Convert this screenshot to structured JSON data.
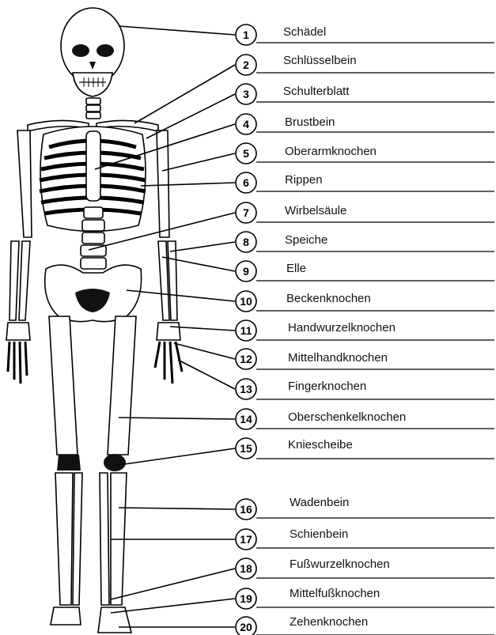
{
  "labels": [
    {
      "num": "1",
      "text": "Schädel"
    },
    {
      "num": "2",
      "text": "Schlüsselbein"
    },
    {
      "num": "3",
      "text": "Schulterblatt"
    },
    {
      "num": "4",
      "text": "Brustbein"
    },
    {
      "num": "5",
      "text": "Oberarmknochen"
    },
    {
      "num": "6",
      "text": "Rippen"
    },
    {
      "num": "7",
      "text": "Wirbelsäule"
    },
    {
      "num": "8",
      "text": "Speiche"
    },
    {
      "num": "9",
      "text": "Elle"
    },
    {
      "num": "10",
      "text": "Beckenknochen"
    },
    {
      "num": "11",
      "text": "Handwurzelknochen"
    },
    {
      "num": "12",
      "text": "Mittelhandknochen"
    },
    {
      "num": "13",
      "text": "Fingerknochen"
    },
    {
      "num": "14",
      "text": "Oberschenkelknochen"
    },
    {
      "num": "15",
      "text": "Kniescheibe"
    },
    {
      "num": "16",
      "text": "Wadenbein"
    },
    {
      "num": "17",
      "text": "Schienbein"
    },
    {
      "num": "18",
      "text": "Fußwurzelknochen"
    },
    {
      "num": "19",
      "text": "Mittelfußknochen"
    },
    {
      "num": "20",
      "text": "Zehenknochen"
    }
  ]
}
